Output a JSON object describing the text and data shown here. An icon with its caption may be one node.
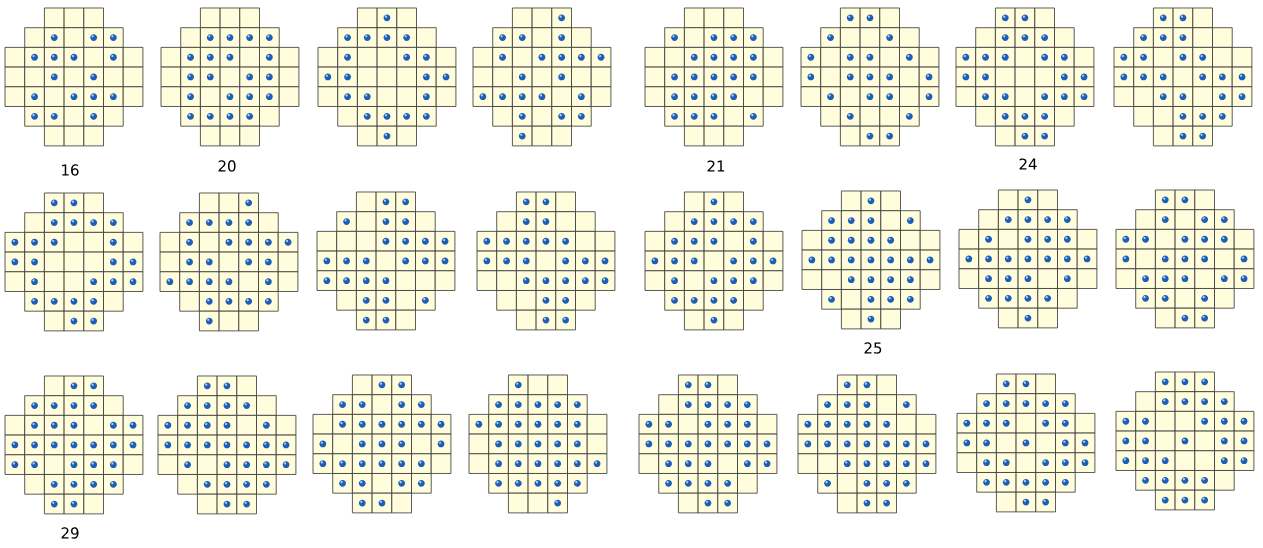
{
  "diagram": {
    "labels": [
      "16",
      "20",
      "21",
      "24",
      "25",
      "29"
    ]
  }
}
